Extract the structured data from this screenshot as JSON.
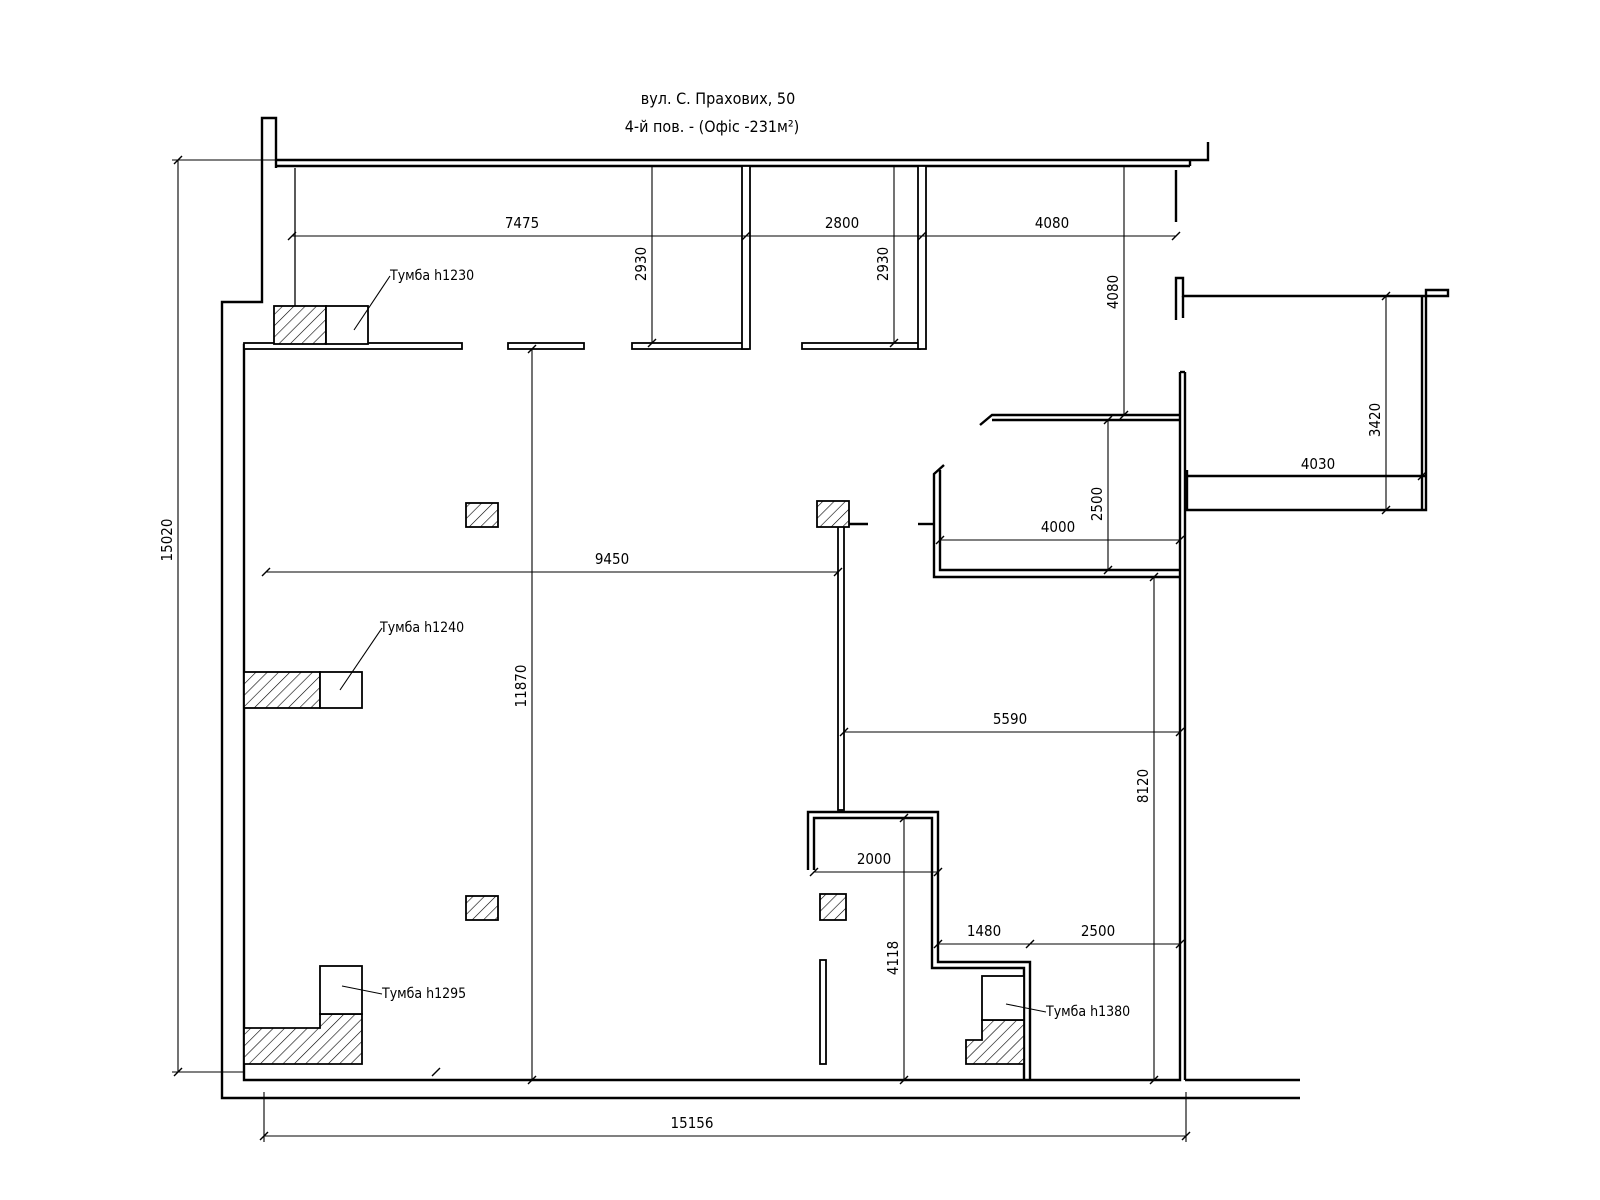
{
  "title": {
    "line1": "вул. С. Прахових, 50",
    "line2": "4-й пов. - (Офіс -231м²)"
  },
  "dimensions": {
    "d7475": "7475",
    "d2800": "2800",
    "d4080h": "4080",
    "d2930a": "2930",
    "d2930b": "2930",
    "d4080v": "4080",
    "d3420": "3420",
    "d4030": "4030",
    "d2500v": "2500",
    "d4000": "4000",
    "d9450": "9450",
    "d11870": "11870",
    "d15020": "15020",
    "d5590": "5590",
    "d8120": "8120",
    "d2000": "2000",
    "d4118": "4118",
    "d1480": "1480",
    "d2500h": "2500",
    "d15156": "15156"
  },
  "labels": {
    "tumba1": "Тумба h1230",
    "tumba2": "Тумба h1240",
    "tumba3": "Тумба h1295",
    "tumba4": "Тумба h1380"
  }
}
